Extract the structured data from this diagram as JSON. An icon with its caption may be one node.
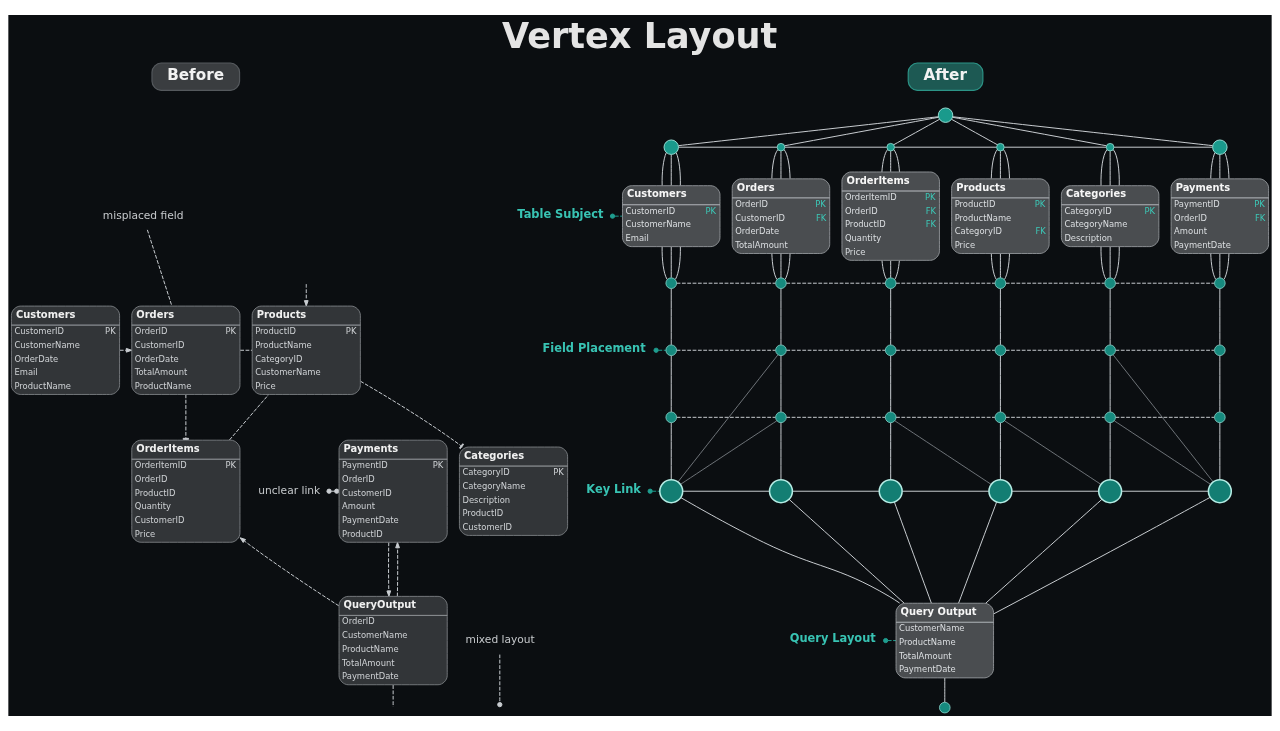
{
  "diagram": {
    "title": "Vertex Layout",
    "nodes": [
      {
        "text": [
          "Before"
        ]
      },
      {
        "text": [
          "After"
        ]
      },
      {
        "text": [
          "misplaced field"
        ]
      },
      {
        "text": [
          "Customers",
          "CustomerID",
          "PK",
          "CustomerName",
          "OrderDate",
          "Email",
          "ProductName"
        ]
      },
      {
        "text": [
          "Orders",
          "OrderID",
          "PK",
          "CustomerID",
          "OrderDate",
          "TotalAmount",
          "ProductName"
        ]
      },
      {
        "text": [
          "Products",
          "ProductID",
          "PK",
          "ProductName",
          "CategoryID",
          "CustomerName",
          "Price"
        ]
      },
      {
        "text": [
          "OrderItems",
          "OrderItemID",
          "PK",
          "OrderID",
          "ProductID",
          "Quantity",
          "CustomerID",
          "Price"
        ]
      },
      {
        "text": [
          "Payments",
          "PaymentID",
          "PK",
          "OrderID",
          "CustomerID",
          "Amount",
          "PaymentDate",
          "ProductID"
        ]
      },
      {
        "text": [
          "unclear link"
        ]
      },
      {
        "text": [
          "Categories",
          "CategoryID",
          "PK",
          "CategoryName",
          "Description",
          "ProductID",
          "CustomerID"
        ]
      },
      {
        "text": [
          "QueryOutput",
          "OrderID",
          "CustomerName",
          "ProductName",
          "TotalAmount",
          "PaymentDate"
        ]
      },
      {
        "text": [
          "mixed layout"
        ]
      },
      {
        "text": [],
        "shape": "circle"
      },
      {
        "text": [],
        "shape": "circle"
      },
      {
        "text": [],
        "shape": "circle"
      },
      {
        "text": [],
        "shape": "circle"
      },
      {
        "text": [],
        "shape": "circle"
      },
      {
        "text": [],
        "shape": "circle"
      },
      {
        "text": [],
        "shape": "circle"
      },
      {
        "text": [
          "Table Subject"
        ]
      },
      {
        "text": [
          "Customers",
          "CustomerID",
          "PK",
          "CustomerName",
          "Email"
        ]
      },
      {
        "text": [
          "Orders",
          "OrderID",
          "PK",
          "CustomerID",
          "FK",
          "OrderDate",
          "TotalAmount"
        ]
      },
      {
        "text": [
          "OrderItems",
          "OrderItemID",
          "PK",
          "OrderID",
          "FK",
          "ProductID",
          "FK",
          "Quantity",
          "Price"
        ]
      },
      {
        "text": [
          "Products",
          "ProductID",
          "PK",
          "ProductName",
          "CategoryID",
          "FK",
          "Price"
        ]
      },
      {
        "text": [
          "Categories",
          "CategoryID",
          "PK",
          "CategoryName",
          "Description"
        ]
      },
      {
        "text": [
          "Payments",
          "PaymentID",
          "PK",
          "OrderID",
          "FK",
          "Amount",
          "PaymentDate"
        ]
      },
      {
        "text": [],
        "shape": "circle"
      },
      {
        "text": [],
        "shape": "circle"
      },
      {
        "text": [],
        "shape": "circle"
      },
      {
        "text": [],
        "shape": "circle"
      },
      {
        "text": [],
        "shape": "circle"
      },
      {
        "text": [],
        "shape": "circle"
      },
      {
        "text": [
          "Field Placement"
        ]
      },
      {
        "text": [],
        "shape": "circle"
      },
      {
        "text": [],
        "shape": "circle"
      },
      {
        "text": [],
        "shape": "circle"
      },
      {
        "text": [],
        "shape": "circle"
      },
      {
        "text": [],
        "shape": "circle"
      },
      {
        "text": [],
        "shape": "circle"
      },
      {
        "text": [],
        "shape": "circle"
      },
      {
        "text": [],
        "shape": "circle"
      },
      {
        "text": [],
        "shape": "circle"
      },
      {
        "text": [],
        "shape": "circle"
      },
      {
        "text": [],
        "shape": "circle"
      },
      {
        "text": [],
        "shape": "circle"
      },
      {
        "text": [
          "Key Link"
        ]
      },
      {
        "text": [],
        "shape": "circle"
      },
      {
        "text": [],
        "shape": "circle"
      },
      {
        "text": [],
        "shape": "circle"
      },
      {
        "text": [],
        "shape": "circle"
      },
      {
        "text": [],
        "shape": "circle"
      },
      {
        "text": [],
        "shape": "circle"
      },
      {
        "text": [
          "Query Layout"
        ]
      },
      {
        "text": [
          "Query Output",
          "CustomerName",
          "ProductName",
          "TotalAmount",
          "PaymentDate"
        ]
      },
      {
        "text": [],
        "shape": "circle"
      }
    ],
    "edges": [
      {
        "from": 3,
        "to": 4,
        "arrow": "to",
        "style": "dashed"
      },
      {
        "from": 2,
        "to": 4,
        "arrow": "none",
        "style": "dashed"
      },
      {
        "from": 4,
        "to": 6,
        "arrow": "other",
        "style": "dashed"
      },
      {
        "from": 4,
        "to": 5,
        "arrow": "none",
        "style": "dashed"
      },
      {
        "from": 6,
        "to": 5,
        "arrow": "none",
        "style": "dashed"
      },
      {
        "from": 5,
        "to": 9,
        "arrow": "other",
        "style": "dashed"
      },
      {
        "from": null,
        "to": 5,
        "arrow": "to",
        "style": "dashed"
      },
      {
        "from": 10,
        "to": 6,
        "arrow": "to",
        "style": "dashed"
      },
      {
        "from": 8,
        "to": 7,
        "arrow": "other",
        "style": "dashed"
      },
      {
        "from": 7,
        "to": 10,
        "arrow": "to",
        "style": "dashed"
      },
      {
        "from": 10,
        "to": 7,
        "arrow": "to",
        "style": "dashed"
      },
      {
        "from": 10,
        "to": null,
        "arrow": "none",
        "style": "dashed"
      },
      {
        "from": 11,
        "to": null,
        "arrow": "other",
        "style": "dashed"
      },
      {
        "from": 12,
        "to": 13,
        "arrow": "none"
      },
      {
        "from": 12,
        "to": 14,
        "arrow": "none"
      },
      {
        "from": 12,
        "to": 15,
        "arrow": "none"
      },
      {
        "from": 12,
        "to": 16,
        "arrow": "none"
      },
      {
        "from": 12,
        "to": 17,
        "arrow": "none"
      },
      {
        "from": 12,
        "to": 18,
        "arrow": "none"
      },
      {
        "from": 13,
        "to": 14,
        "arrow": "none"
      },
      {
        "from": 14,
        "to": 15,
        "arrow": "none"
      },
      {
        "from": 15,
        "to": 16,
        "arrow": "none"
      },
      {
        "from": 16,
        "to": 17,
        "arrow": "none"
      },
      {
        "from": 17,
        "to": 18,
        "arrow": "none"
      },
      {
        "from": 13,
        "to": 20,
        "arrow": "none"
      },
      {
        "from": 13,
        "to": 20,
        "arrow": "none"
      },
      {
        "from": 13,
        "to": 20,
        "arrow": "none"
      },
      {
        "from": 14,
        "to": 21,
        "arrow": "none"
      },
      {
        "from": 14,
        "to": 21,
        "arrow": "none"
      },
      {
        "from": 14,
        "to": 21,
        "arrow": "none"
      },
      {
        "from": 15,
        "to": 22,
        "arrow": "none"
      },
      {
        "from": 15,
        "to": 22,
        "arrow": "none"
      },
      {
        "from": 15,
        "to": 22,
        "arrow": "none"
      },
      {
        "from": 16,
        "to": 23,
        "arrow": "none"
      },
      {
        "from": 16,
        "to": 23,
        "arrow": "none"
      },
      {
        "from": 16,
        "to": 23,
        "arrow": "none"
      },
      {
        "from": 17,
        "to": 24,
        "arrow": "none"
      },
      {
        "from": 17,
        "to": 24,
        "arrow": "none"
      },
      {
        "from": 17,
        "to": 24,
        "arrow": "none"
      },
      {
        "from": 18,
        "to": 25,
        "arrow": "none"
      },
      {
        "from": 18,
        "to": 25,
        "arrow": "none"
      },
      {
        "from": 18,
        "to": 25,
        "arrow": "none"
      },
      {
        "from": 20,
        "to": 26,
        "arrow": "none"
      },
      {
        "from": 20,
        "to": 26,
        "arrow": "none"
      },
      {
        "from": 20,
        "to": 26,
        "arrow": "none"
      },
      {
        "from": 21,
        "to": 27,
        "arrow": "none"
      },
      {
        "from": 21,
        "to": 27,
        "arrow": "none"
      },
      {
        "from": 21,
        "to": 27,
        "arrow": "none"
      },
      {
        "from": 22,
        "to": 28,
        "arrow": "none"
      },
      {
        "from": 22,
        "to": 28,
        "arrow": "none"
      },
      {
        "from": 22,
        "to": 28,
        "arrow": "none"
      },
      {
        "from": 23,
        "to": 29,
        "arrow": "none"
      },
      {
        "from": 23,
        "to": 29,
        "arrow": "none"
      },
      {
        "from": 23,
        "to": 29,
        "arrow": "none"
      },
      {
        "from": 24,
        "to": 30,
        "arrow": "none"
      },
      {
        "from": 24,
        "to": 30,
        "arrow": "none"
      },
      {
        "from": 24,
        "to": 30,
        "arrow": "none"
      },
      {
        "from": 25,
        "to": 31,
        "arrow": "none"
      },
      {
        "from": 25,
        "to": 31,
        "arrow": "none"
      },
      {
        "from": 25,
        "to": 31,
        "arrow": "none"
      },
      {
        "from": 26,
        "to": 33,
        "arrow": "none"
      },
      {
        "from": 27,
        "to": 34,
        "arrow": "none"
      },
      {
        "from": 28,
        "to": 35,
        "arrow": "none"
      },
      {
        "from": 29,
        "to": 36,
        "arrow": "none"
      },
      {
        "from": 30,
        "to": 37,
        "arrow": "none"
      },
      {
        "from": 31,
        "to": 38,
        "arrow": "none"
      },
      {
        "from": 33,
        "to": 39,
        "arrow": "none"
      },
      {
        "from": 34,
        "to": 40,
        "arrow": "none"
      },
      {
        "from": 35,
        "to": 41,
        "arrow": "none"
      },
      {
        "from": 36,
        "to": 42,
        "arrow": "none"
      },
      {
        "from": 37,
        "to": 43,
        "arrow": "none"
      },
      {
        "from": 38,
        "to": 44,
        "arrow": "none"
      },
      {
        "from": 39,
        "to": 46,
        "arrow": "none"
      },
      {
        "from": 40,
        "to": 47,
        "arrow": "none"
      },
      {
        "from": 41,
        "to": 48,
        "arrow": "none"
      },
      {
        "from": 42,
        "to": 49,
        "arrow": "none"
      },
      {
        "from": 43,
        "to": 50,
        "arrow": "none"
      },
      {
        "from": 44,
        "to": 51,
        "arrow": "none"
      },
      {
        "from": 26,
        "to": 27,
        "arrow": "none",
        "style": "dashed"
      },
      {
        "from": 27,
        "to": 28,
        "arrow": "none",
        "style": "dashed"
      },
      {
        "from": 28,
        "to": 29,
        "arrow": "none",
        "style": "dashed"
      },
      {
        "from": 29,
        "to": 30,
        "arrow": "none",
        "style": "dashed"
      },
      {
        "from": 30,
        "to": 31,
        "arrow": "none",
        "style": "dashed"
      },
      {
        "from": 33,
        "to": 34,
        "arrow": "none",
        "style": "dashed"
      },
      {
        "from": 34,
        "to": 35,
        "arrow": "none",
        "style": "dashed"
      },
      {
        "from": 35,
        "to": 36,
        "arrow": "none",
        "style": "dashed"
      },
      {
        "from": 36,
        "to": 37,
        "arrow": "none",
        "style": "dashed"
      },
      {
        "from": 37,
        "to": 38,
        "arrow": "none",
        "style": "dashed"
      },
      {
        "from": 39,
        "to": 40,
        "arrow": "none",
        "style": "dashed"
      },
      {
        "from": 40,
        "to": 41,
        "arrow": "none",
        "style": "dashed"
      },
      {
        "from": 41,
        "to": 42,
        "arrow": "none",
        "style": "dashed"
      },
      {
        "from": 42,
        "to": 43,
        "arrow": "none",
        "style": "dashed"
      },
      {
        "from": 43,
        "to": 44,
        "arrow": "none",
        "style": "dashed"
      },
      {
        "from": 46,
        "to": 47,
        "arrow": "none"
      },
      {
        "from": 47,
        "to": 48,
        "arrow": "none"
      },
      {
        "from": 48,
        "to": 49,
        "arrow": "none"
      },
      {
        "from": 49,
        "to": 50,
        "arrow": "none"
      },
      {
        "from": 50,
        "to": 51,
        "arrow": "none"
      },
      {
        "from": 34,
        "to": 46,
        "arrow": "none",
        "color": "#6e7378"
      },
      {
        "from": 40,
        "to": 46,
        "arrow": "none",
        "color": "#6e7378"
      },
      {
        "from": 41,
        "to": 49,
        "arrow": "none",
        "color": "#6e7378"
      },
      {
        "from": 42,
        "to": 50,
        "arrow": "none",
        "color": "#6e7378"
      },
      {
        "from": 37,
        "to": 51,
        "arrow": "none",
        "color": "#6e7378"
      },
      {
        "from": 43,
        "to": 51,
        "arrow": "none",
        "color": "#6e7378"
      },
      {
        "from": 46,
        "to": 53,
        "arrow": "none"
      },
      {
        "from": 47,
        "to": 53,
        "arrow": "none"
      },
      {
        "from": 48,
        "to": 53,
        "arrow": "none"
      },
      {
        "from": 49,
        "to": 53,
        "arrow": "none"
      },
      {
        "from": 50,
        "to": 53,
        "arrow": "none"
      },
      {
        "from": 51,
        "to": 53,
        "arrow": "none"
      },
      {
        "from": 53,
        "to": 54,
        "arrow": "none"
      },
      {
        "from": 19,
        "to": 20,
        "arrow": "other",
        "style": "dashed",
        "color": "#1f9d8f"
      },
      {
        "from": 32,
        "to": 33,
        "arrow": "other",
        "style": "dashed",
        "color": "#1f9d8f"
      },
      {
        "from": 45,
        "to": 46,
        "arrow": "other",
        "style": "dashed",
        "color": "#1f9d8f"
      },
      {
        "from": 52,
        "to": 53,
        "arrow": "other",
        "style": "dashed",
        "color": "#1f9d8f"
      }
    ]
  }
}
